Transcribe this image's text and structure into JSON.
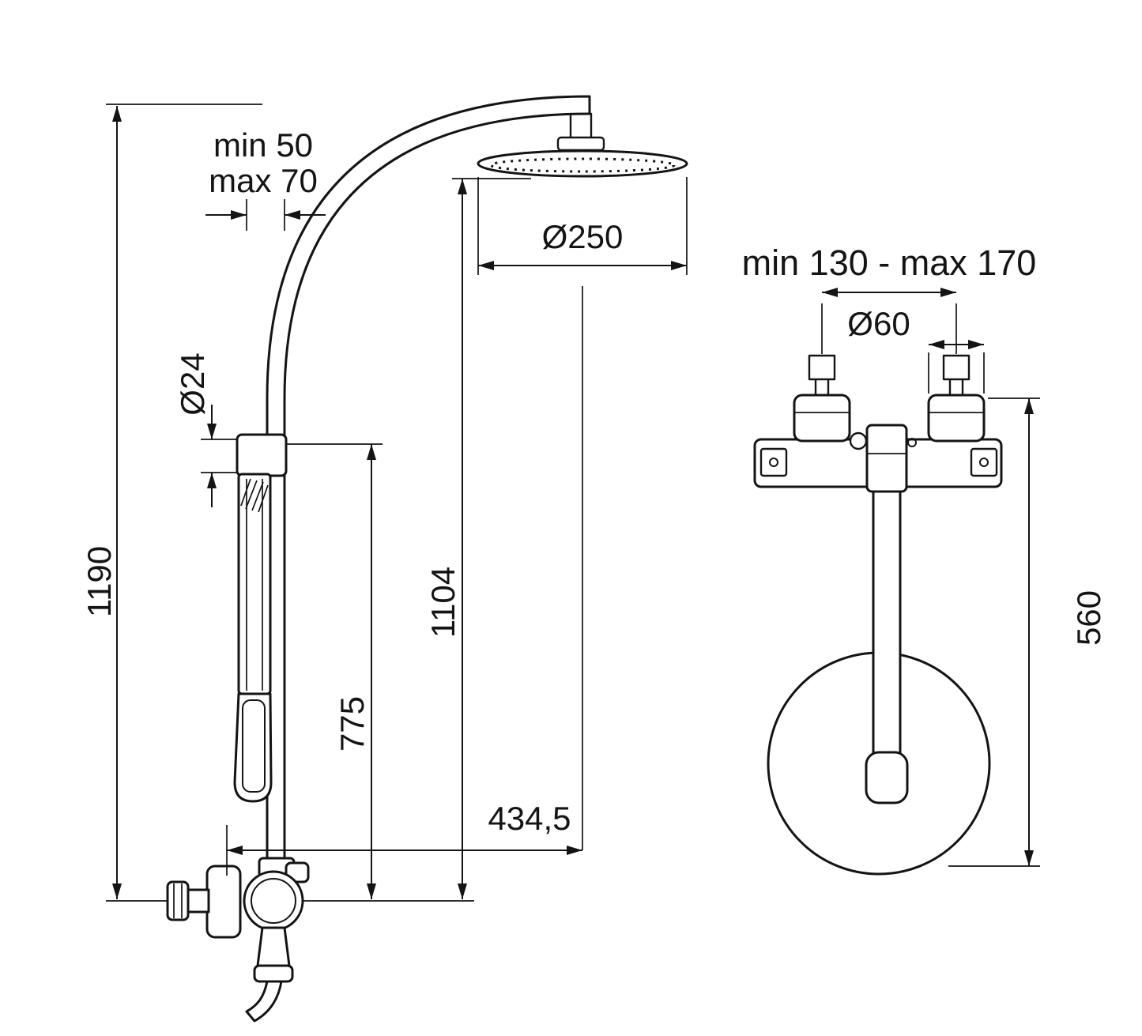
{
  "page": {
    "background": "#ffffff",
    "line_color": "#141414"
  },
  "front_view": {
    "labels": {
      "offset_min": "min 50",
      "offset_max": "max 70",
      "head_diameter": "Ø250",
      "rail_diameter": "Ø24",
      "total_height": "1190",
      "handshower_height": "775",
      "head_height": "1104",
      "arm_projection": "434,5"
    }
  },
  "rear_view": {
    "labels": {
      "inlet_spacing": "min 130 - max 170",
      "escutcheon_diameter": "Ø60",
      "pipe_drop": "560"
    }
  }
}
